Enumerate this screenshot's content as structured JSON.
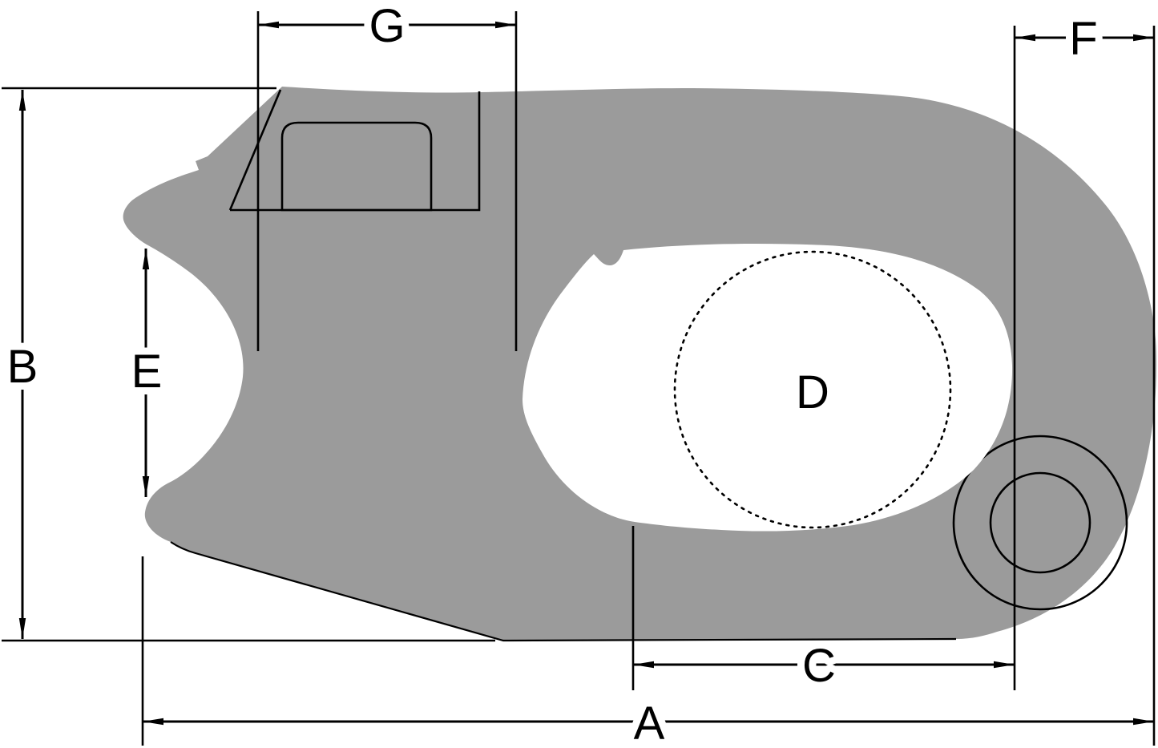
{
  "diagram": {
    "kind": "dimensioned-part-drawing",
    "labels": {
      "A": "A",
      "B": "B",
      "C": "C",
      "D": "D",
      "E": "E",
      "F": "F",
      "G": "G"
    }
  },
  "colors": {
    "part_fill": "#9b9b9b",
    "line": "#000000",
    "background": "#ffffff",
    "label_text": "#000000"
  }
}
